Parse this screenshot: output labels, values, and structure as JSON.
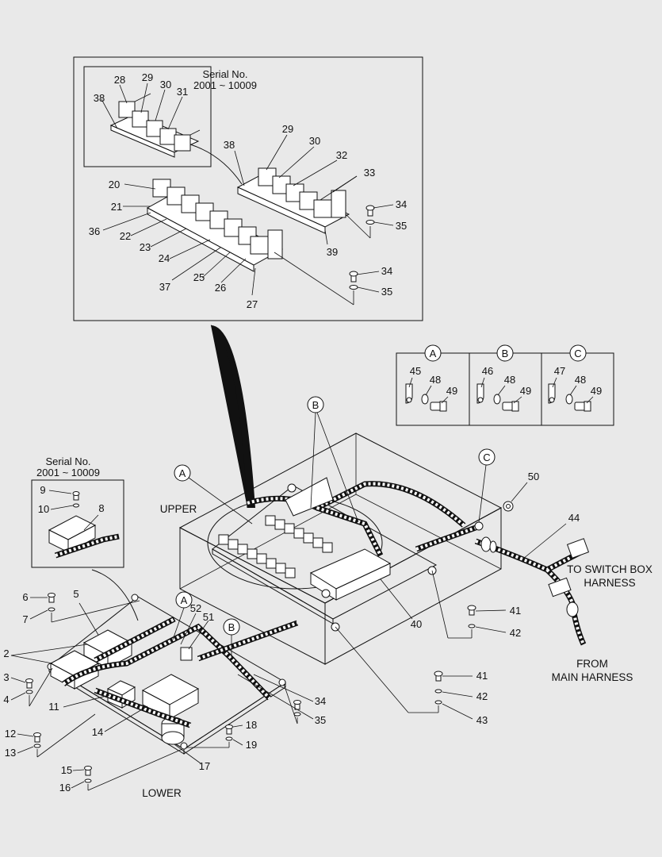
{
  "serial_top": {
    "line1": "Serial No.",
    "line2": "2001 ~ 10009"
  },
  "serial_left": {
    "line1": "Serial No.",
    "line2": "2001 ~ 10009"
  },
  "views": {
    "upper": "UPPER",
    "lower": "LOWER"
  },
  "harness_labels": {
    "switch_box_1": "TO SWITCH BOX",
    "switch_box_2": "HARNESS",
    "main_1": "FROM",
    "main_2": "MAIN HARNESS"
  },
  "circle_refs": {
    "a": "A",
    "b": "B",
    "c": "C"
  },
  "detail_table": [
    {
      "ref": "A",
      "parts": [
        "45",
        "48",
        "49"
      ]
    },
    {
      "ref": "B",
      "parts": [
        "46",
        "48",
        "49"
      ]
    },
    {
      "ref": "C",
      "parts": [
        "47",
        "48",
        "49"
      ]
    }
  ],
  "part_numbers": {
    "p2": "2",
    "p3": "3",
    "p4": "4",
    "p5": "5",
    "p6": "6",
    "p7": "7",
    "p8": "8",
    "p9": "9",
    "p10": "10",
    "p11": "11",
    "p12": "12",
    "p13": "13",
    "p14": "14",
    "p15": "15",
    "p16": "16",
    "p17": "17",
    "p18": "18",
    "p19": "19",
    "p20": "20",
    "p21": "21",
    "p22": "22",
    "p23": "23",
    "p24": "24",
    "p25": "25",
    "p26": "26",
    "p27": "27",
    "p28": "28",
    "p29a": "29",
    "p29b": "29",
    "p30a": "30",
    "p30b": "30",
    "p31": "31",
    "p32": "32",
    "p33": "33",
    "p34a": "34",
    "p34b": "34",
    "p34c": "34",
    "p35a": "35",
    "p35b": "35",
    "p35c": "35",
    "p36": "36",
    "p37": "37",
    "p38a": "38",
    "p38b": "38",
    "p39": "39",
    "p40": "40",
    "p41a": "41",
    "p41b": "41",
    "p42a": "42",
    "p42b": "42",
    "p43": "43",
    "p44": "44",
    "p50": "50",
    "p51": "51",
    "p52": "52"
  }
}
